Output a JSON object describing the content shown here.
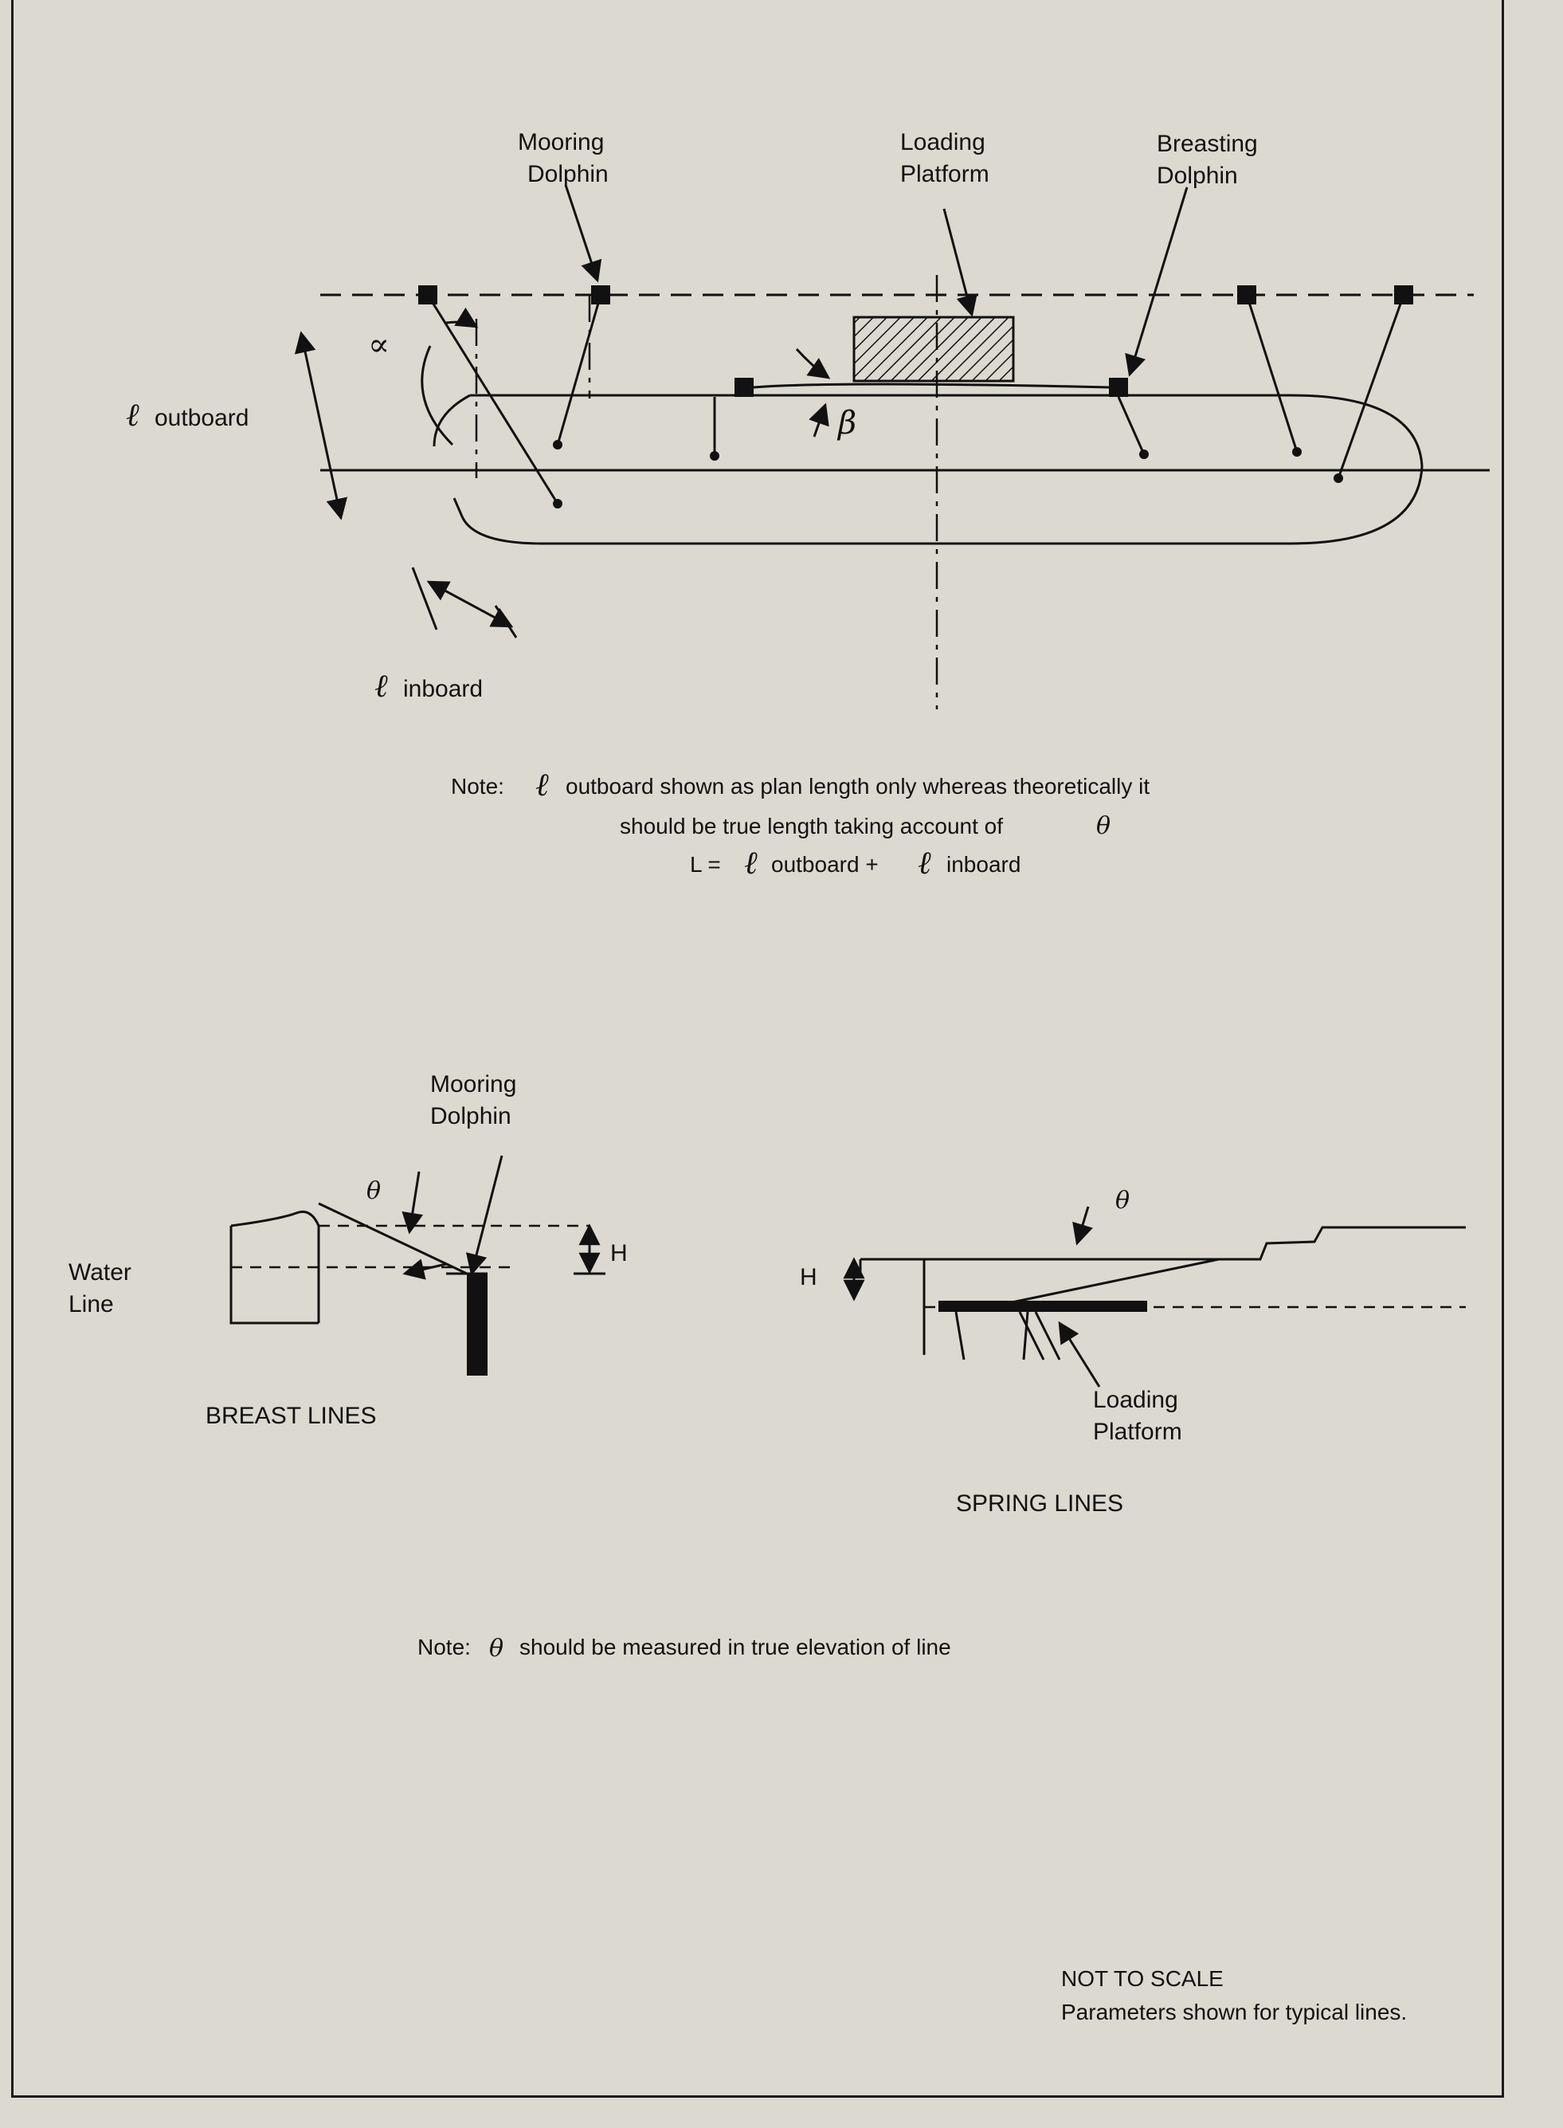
{
  "plan": {
    "mooring_dolphin": [
      "Mooring",
      "Dolphin"
    ],
    "loading_platform": [
      "Loading",
      "Platform"
    ],
    "breasting_dolphin": [
      "Breasting",
      "Dolphin"
    ],
    "alpha": "∝",
    "beta": "β",
    "l_symbol": "ℓ",
    "outboard": "outboard",
    "inboard": "inboard"
  },
  "note1": {
    "prefix": "Note:",
    "line1": "outboard shown as plan length only whereas theoretically it",
    "line2_text": "should be true length taking account of",
    "theta": "θ",
    "formula_start": "L =",
    "formula_out": "outboard +",
    "formula_in": "inboard"
  },
  "elevation": {
    "mooring_dolphin": [
      "Mooring",
      "Dolphin"
    ],
    "water_line": [
      "Water",
      "Line"
    ],
    "theta": "θ",
    "h": "H",
    "breast_lines": "BREAST LINES",
    "loading_platform": [
      "Loading",
      "Platform"
    ],
    "spring_lines": "SPRING LINES"
  },
  "note2": {
    "prefix": "Note:",
    "theta": "θ",
    "text": "should be measured in true elevation of line"
  },
  "footer": {
    "not_to_scale": "NOT TO SCALE",
    "parameters": "Parameters shown for typical lines."
  }
}
